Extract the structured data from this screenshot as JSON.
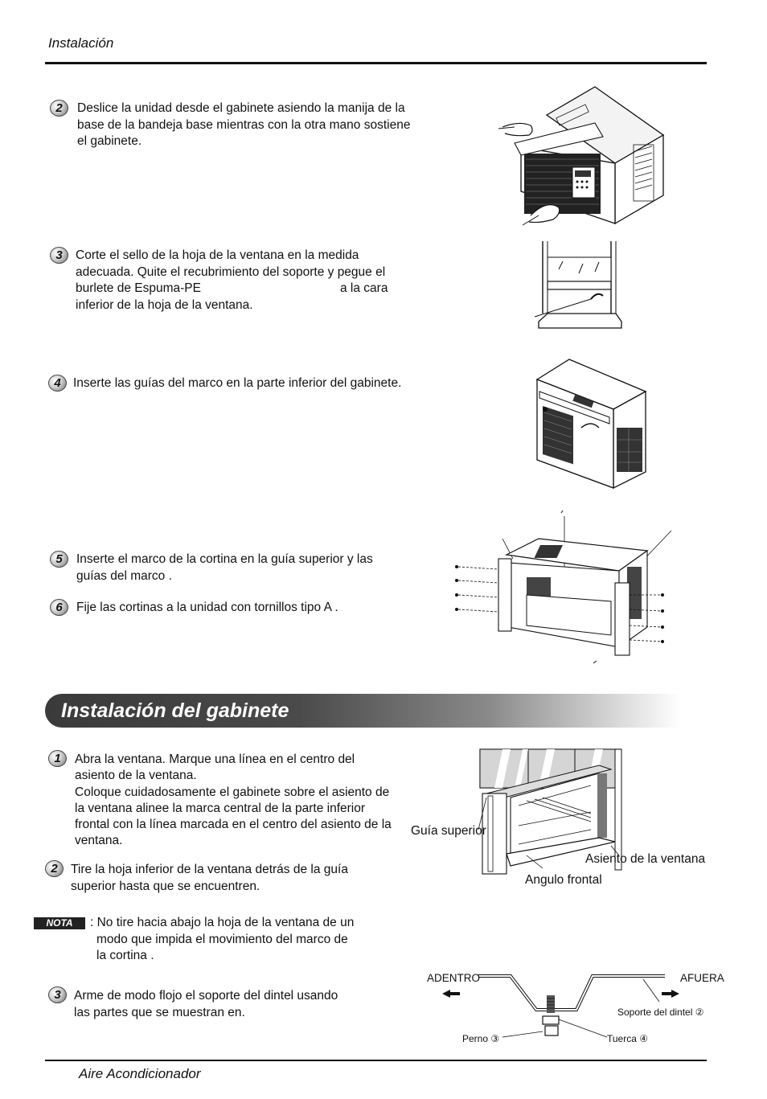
{
  "header": {
    "section": "Instalación"
  },
  "footer": {
    "title": "Aire Acondicionador"
  },
  "steps_top": [
    {
      "num": "2",
      "lines": [
        "Deslice la unidad desde el gabinete asiendo la manija de la",
        "base de la bandeja base mientras con la otra mano sostiene",
        "el gabinete."
      ]
    },
    {
      "num": "3",
      "lines": [
        "Corte el sello de la hoja de la ventana en la medida",
        "adecuada.  Quite el recubrimiento del soporte y pegue el",
        "burlete de Espuma-PE",
        "a la cara",
        "inferior de la hoja de la  ventana."
      ]
    },
    {
      "num": "4",
      "lines": [
        "Inserte las guías del marco  en la parte inferior del gabinete."
      ]
    },
    {
      "num": "5",
      "lines": [
        "Inserte el marco de la cortina  en la guía superior y las",
        "guías del marco ."
      ]
    },
    {
      "num": "6",
      "lines": [
        "Fije las cortinas a la unidad con    tornillos tipo A ."
      ]
    }
  ],
  "section_banner": "Instalación del gabinete",
  "steps_cabinet": [
    {
      "num": "1",
      "lines": [
        "Abra la ventana. Marque una línea en el centro del",
        "asiento de la ventana.",
        "Coloque cuidadosamente el gabinete sobre el asiento de",
        "la ventana alinee la marca central de la parte inferior",
        "frontal con la línea marcada en el centro del asiento de la",
        "ventana."
      ]
    },
    {
      "num": "2",
      "lines": [
        "Tire la hoja inferior de la ventana detrás de la guía",
        "superior hasta que se encuentren."
      ]
    },
    {
      "num": "3",
      "lines": [
        "Arme de modo flojo el soporte del dintel usando",
        "las partes que se muestran en."
      ]
    }
  ],
  "nota": {
    "badge": "NOTA",
    "lines": [
      ": No tire hacia abajo la hoja de la ventana de un",
      "modo que impida el movimiento del marco de",
      "la cortina ."
    ]
  },
  "figure_labels": {
    "guia_superior": "Guía superior",
    "asiento": "Asiento de la ventana",
    "angulo": "Angulo frontal",
    "adentro": "ADENTRO",
    "afuera": "AFUERA",
    "soporte": "Soporte del dintel ②",
    "perno": "Perno ③",
    "tuerca": "Tuerca ④"
  }
}
